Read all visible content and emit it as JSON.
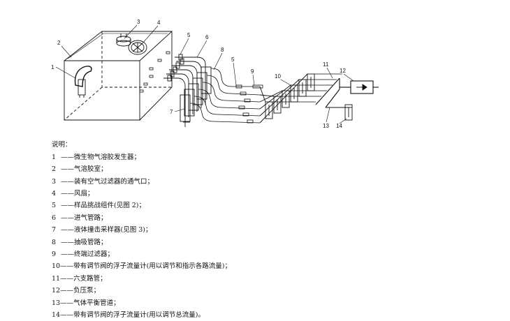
{
  "figure": {
    "callouts": [
      {
        "id": "c1",
        "text": "1"
      },
      {
        "id": "c2",
        "text": "2"
      },
      {
        "id": "c3",
        "text": "3"
      },
      {
        "id": "c4",
        "text": "4"
      },
      {
        "id": "c5a",
        "text": "5"
      },
      {
        "id": "c6",
        "text": "6"
      },
      {
        "id": "c7",
        "text": "7"
      },
      {
        "id": "c8",
        "text": "8"
      },
      {
        "id": "c5b",
        "text": "5"
      },
      {
        "id": "c9",
        "text": "9"
      },
      {
        "id": "c10",
        "text": "10"
      },
      {
        "id": "c11",
        "text": "11"
      },
      {
        "id": "c12",
        "text": "12"
      },
      {
        "id": "c13",
        "text": "13"
      },
      {
        "id": "c14",
        "text": "14"
      }
    ]
  },
  "legend": {
    "title": "说明：",
    "items": [
      {
        "num": "1",
        "text": " ——微生物气溶胶发生器；"
      },
      {
        "num": "2",
        "text": " ——气溶胶室；"
      },
      {
        "num": "3",
        "text": " ——装有空气过滤器的通气口；"
      },
      {
        "num": "4",
        "text": " ——风扇；"
      },
      {
        "num": "5",
        "text": " ——样品挑战组件(见图 2)；"
      },
      {
        "num": "6",
        "text": " ——进气管路；"
      },
      {
        "num": "7",
        "text": " ——液体撞击采样器(见图 3)；"
      },
      {
        "num": "8",
        "text": " ——抽吸管路；"
      },
      {
        "num": "9",
        "text": " ——终端过滤器；"
      },
      {
        "num": "10",
        "text": "——带有调节阀的浮子流量计(用以调节和指示各路流量)；"
      },
      {
        "num": "11",
        "text": "——六支路管；"
      },
      {
        "num": "12",
        "text": "——负压泵；"
      },
      {
        "num": "13",
        "text": "——气体平衡管道；"
      },
      {
        "num": "14",
        "text": "——带有调节阀的浮子流量计(用以调节总流量)。"
      }
    ]
  }
}
